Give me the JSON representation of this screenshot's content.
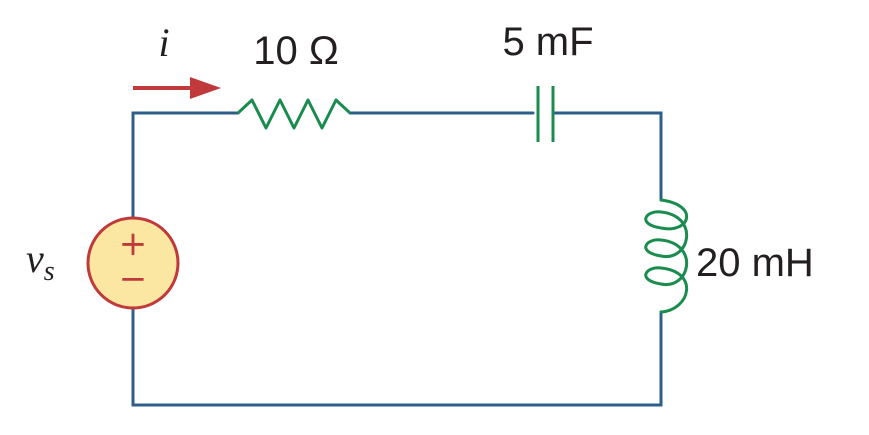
{
  "labels": {
    "current": "i",
    "resistor": "10 Ω",
    "capacitor": "5 mF",
    "inductor": "20 mH",
    "source_symbol": "v",
    "source_subscript": "s",
    "source_plus": "+",
    "source_minus": "−"
  },
  "colors": {
    "wire": "#2e5f8a",
    "component": "#1a8c4e",
    "arrow": "#c0393b",
    "source_fill": "#fbe6a2",
    "source_stroke": "#c0393b"
  }
}
